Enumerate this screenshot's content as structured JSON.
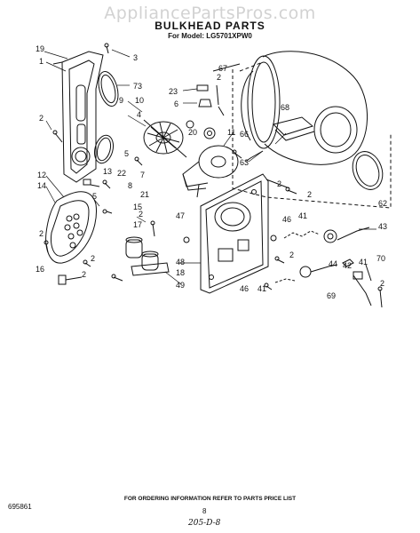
{
  "header": {
    "watermark": "AppliancePartsPros.com",
    "title": "BULKHEAD PARTS",
    "model": "For Model: LG5701XPW0"
  },
  "footer": {
    "note": "FOR ORDERING INFORMATION REFER TO PARTS PRICE LIST",
    "doc_number": "695861",
    "page_number": "8",
    "handwritten": "205-D-8"
  },
  "callouts": {
    "c19": "19",
    "c1": "1",
    "c3": "3",
    "c73": "73",
    "c67": "67",
    "c23": "23",
    "c6": "6",
    "c2a": "2",
    "c9": "9",
    "c10": "10",
    "c4": "4",
    "c2b": "2",
    "c20": "20",
    "c11": "11",
    "c66": "66",
    "c68": "68",
    "c63": "63",
    "c5": "5",
    "c12": "12",
    "c14": "14",
    "c13": "13",
    "c22": "22",
    "c8": "8",
    "c7": "7",
    "c21": "21",
    "c2c": "2",
    "c2d": "2",
    "c62": "62",
    "c15": "15",
    "c5b": "5",
    "c47": "47",
    "c46a": "46",
    "c41a": "41",
    "c43": "43",
    "c2e": "2",
    "c17": "17",
    "c2f": "2",
    "c2g": "2",
    "c44": "44",
    "c42": "42",
    "c70": "70",
    "c41b": "41",
    "c16": "16",
    "c2h": "2",
    "c18": "18",
    "c48": "48",
    "c49": "49",
    "c46b": "46",
    "c41c": "41",
    "c69": "69",
    "c2i": "2",
    "c2j": "2"
  }
}
